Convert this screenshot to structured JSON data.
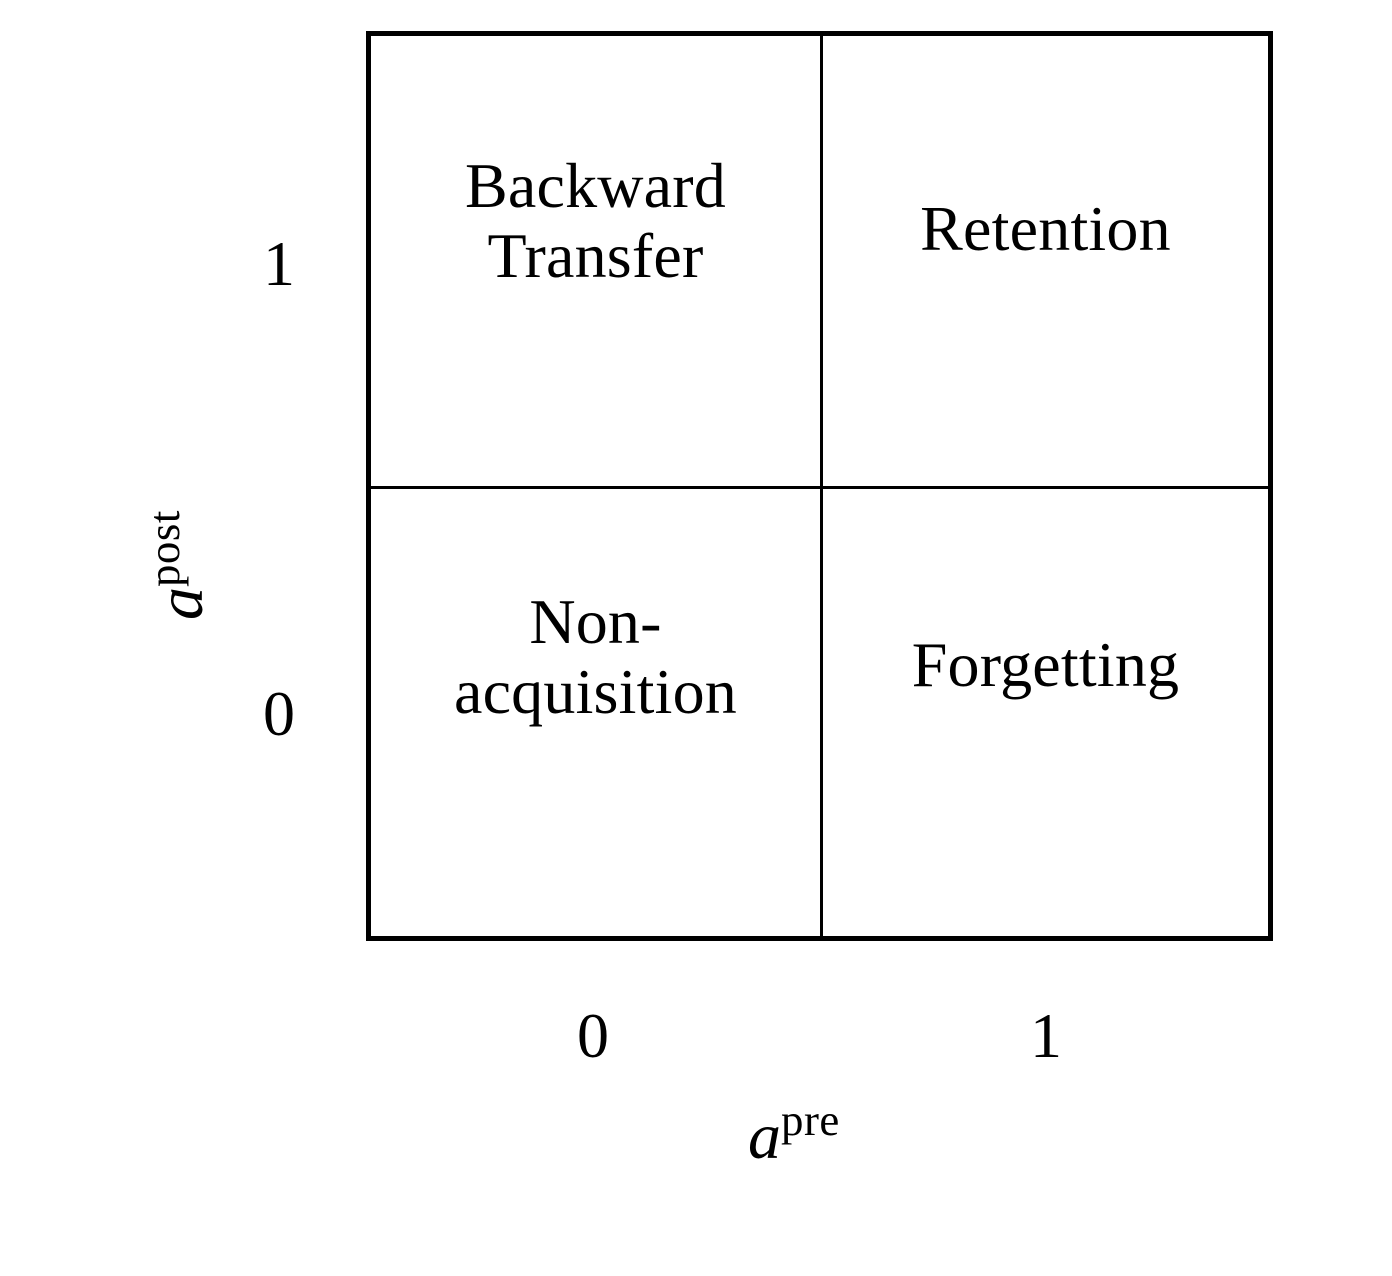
{
  "figure": {
    "type": "quadrant-diagram",
    "background_color": "#ffffff",
    "line_color": "#000000",
    "text_color": "#000000"
  },
  "chart_data": {
    "type": "table",
    "title": "",
    "xlabel": "a^pre",
    "ylabel": "a^post",
    "xticks": [
      "0",
      "1"
    ],
    "yticks": [
      "0",
      "1"
    ],
    "grid": true,
    "legend": "none",
    "categories": [
      "a_pre=0",
      "a_pre=1"
    ],
    "rows": [
      "a_post=1",
      "a_post=0"
    ],
    "cells": [
      {
        "x": "0",
        "y": "1",
        "label": "Backward\nTransfer"
      },
      {
        "x": "1",
        "y": "1",
        "label": "Retention"
      },
      {
        "x": "0",
        "y": "0",
        "label": "Non-\nacquisition"
      },
      {
        "x": "1",
        "y": "0",
        "label": "Forgetting"
      }
    ]
  },
  "axes": {
    "y": {
      "symbol": "a",
      "superscript": "post",
      "tick_top": "1",
      "tick_bottom": "0"
    },
    "x": {
      "symbol": "a",
      "superscript": "pre",
      "tick_left": "0",
      "tick_right": "1"
    }
  },
  "quadrants": {
    "top_left": "Backward\nTransfer",
    "top_right": "Retention",
    "bottom_left": "Non-\nacquisition",
    "bottom_right": "Forgetting"
  }
}
